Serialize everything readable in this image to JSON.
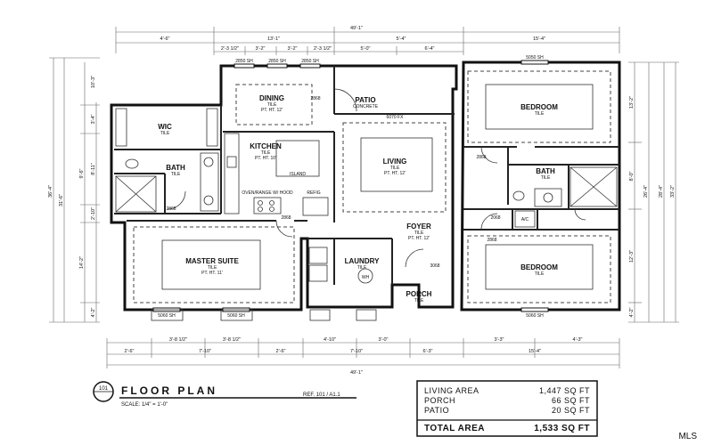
{
  "drawing": {
    "number": "101",
    "title": "FLOOR PLAN",
    "scale": "SCALE: 1/4\" = 1'-0\"",
    "note": "REF. 101 / A1.1"
  },
  "rooms": {
    "wic": {
      "name": "WIC",
      "finish": "TILE"
    },
    "bath_master": {
      "name": "BATH",
      "finish": "TILE"
    },
    "dining": {
      "name": "DINING",
      "finish": "TILE",
      "ceiling": "PT. HT. 12'"
    },
    "patio": {
      "name": "PATIO",
      "finish": "CONCRETE"
    },
    "kitchen": {
      "name": "KITCHEN",
      "finish": "TILE",
      "ceiling": "PT. HT. 10'"
    },
    "island": "ISLAND",
    "living": {
      "name": "LIVING",
      "finish": "TILE",
      "ceiling": "PT. HT. 12'"
    },
    "bedroom_top": {
      "name": "BEDROOM",
      "finish": "TILE"
    },
    "bath_hall": {
      "name": "BATH",
      "finish": "TILE"
    },
    "master": {
      "name": "MASTER SUITE",
      "finish": "TILE",
      "ceiling": "PT. HT. 11'"
    },
    "foyer": {
      "name": "FOYER",
      "finish": "TILE",
      "ceiling": "PT. HT. 12'"
    },
    "laundry": {
      "name": "LAUNDRY",
      "finish": "TILE"
    },
    "porch": {
      "name": "PORCH",
      "finish": "TILE"
    },
    "bedroom_bottom": {
      "name": "BEDROOM",
      "finish": "TILE"
    },
    "ac": "A/C",
    "range": "OVEN/RANGE W/ HOOD",
    "refrig": "REFIG",
    "wh": "WH"
  },
  "windows": [
    "2850 SH",
    "2850 SH",
    "2850 SH",
    "5050 SH",
    "5060 SH",
    "5060 SH",
    "5060 SH"
  ],
  "doors": [
    "2868",
    "2868",
    "2868",
    "2868",
    "2868",
    "2068",
    "3068",
    "6070 FX"
  ],
  "dimensions": {
    "overall": [
      "49'-1\"",
      "49'-1\""
    ],
    "top": [
      "4'-6\"",
      "13'-1\"",
      "5'-4\"",
      "15'-4\""
    ],
    "top_inner": [
      "2'-3 1/2\"",
      "3'-2\"",
      "3'-2\"",
      "2'-3 1/2\"",
      "5'-0\"",
      "6'-4\""
    ],
    "bottom_inner": [
      "3'-8 1/2\"",
      "3'-8 1/2\"",
      "4'-10\"",
      "3'-0\"",
      "3'-3\"",
      "4'-3\""
    ],
    "bottom": [
      "2'-6\"",
      "7'-10\"",
      "2'-6\"",
      "7'-10\"",
      "6'-3\"",
      "15'-4\""
    ],
    "left": [
      "10'-3\"",
      "3'-4\"",
      "8'-11\"",
      "2'-10\"",
      "9'-6\"",
      "14'-2\"",
      "4'-2\""
    ],
    "left_outer": [
      "36'-4\"",
      "31'-6\""
    ],
    "right": [
      "13'-2\"",
      "8'-0\"",
      "12'-3\"",
      "4'-2\""
    ],
    "right_outer": [
      "26'-4\"",
      "28'-4\"",
      "33'-2\""
    ]
  },
  "areas": [
    {
      "label": "LIVING AREA",
      "value": "1,447 SQ FT"
    },
    {
      "label": "PORCH",
      "value": "66 SQ FT"
    },
    {
      "label": "PATIO",
      "value": "20 SQ FT"
    }
  ],
  "total": {
    "label": "TOTAL AREA",
    "value": "1,533 SQ FT"
  },
  "watermark": "MLS"
}
